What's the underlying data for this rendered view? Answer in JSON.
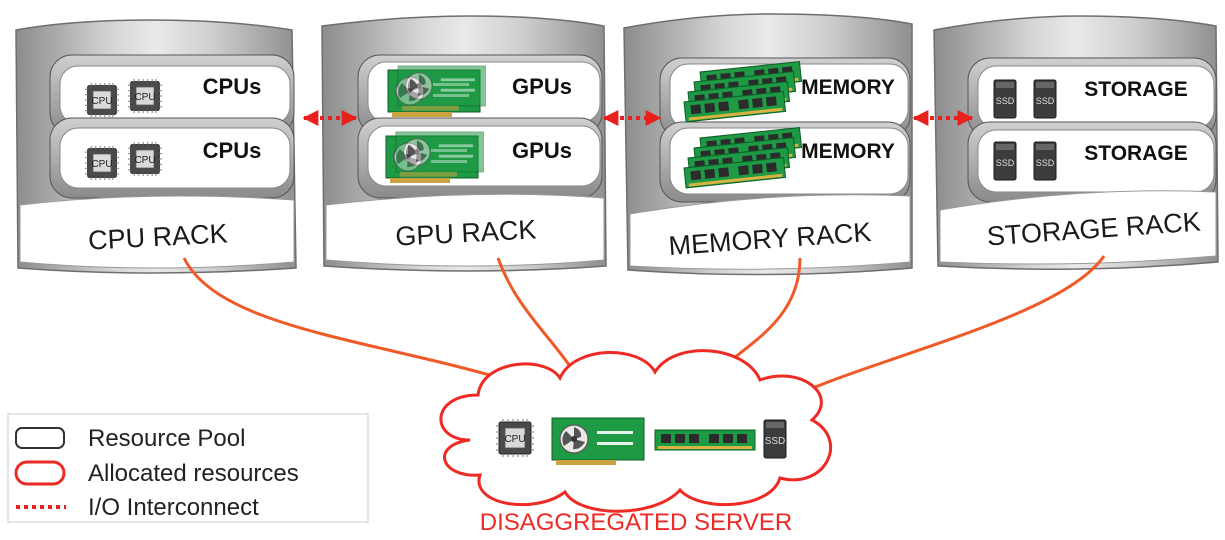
{
  "racks": [
    {
      "id": "cpu",
      "slot_label": "CPUs",
      "rack_label": "CPU RACK",
      "chip_text": "CPU"
    },
    {
      "id": "gpu",
      "slot_label": "GPUs",
      "rack_label": "GPU RACK"
    },
    {
      "id": "memory",
      "slot_label": "MEMORY",
      "rack_label": "MEMORY RACK"
    },
    {
      "id": "storage",
      "slot_label": "STORAGE",
      "rack_label": "STORAGE RACK",
      "chip_text": "SSD"
    }
  ],
  "server": {
    "label": "DISAGGREGATED SERVER",
    "cpu_text": "CPU",
    "ssd_text": "SSD"
  },
  "legend": {
    "resource_pool": "Resource Pool",
    "allocated": "Allocated resources",
    "interconnect": "I/O Interconnect"
  },
  "colors": {
    "interconnect_red": "#e8211c",
    "cloud_red": "#ee2a24",
    "arrow_orange": "#ef5a28",
    "gpu_green": "#1e9a45",
    "server_label_red": "#ee2a24"
  },
  "icons": [
    "cpu-chip-icon",
    "gpu-card-icon",
    "memory-module-icon",
    "ssd-icon"
  ]
}
